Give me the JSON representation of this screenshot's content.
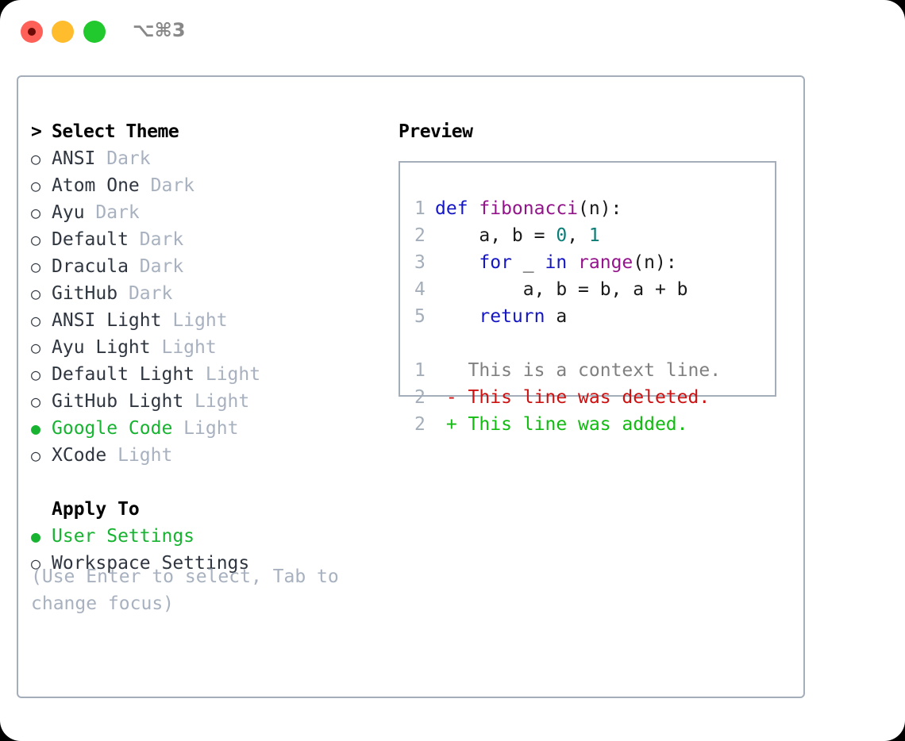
{
  "titlebar": {
    "shortcut": "⌥⌘3",
    "buttons": [
      {
        "name": "close",
        "color": "#ff6159"
      },
      {
        "name": "minimize",
        "color": "#ffbd2e"
      },
      {
        "name": "maximize",
        "color": "#22c92e"
      }
    ]
  },
  "theme_picker": {
    "prompt_marker": ">",
    "title": "Select Theme",
    "marker_selected": "●",
    "marker_unselected": "○",
    "items": [
      {
        "marker": "○",
        "name": "ANSI",
        "variant": "Dark",
        "selected": false
      },
      {
        "marker": "○",
        "name": "Atom One",
        "variant": "Dark",
        "selected": false
      },
      {
        "marker": "○",
        "name": "Ayu",
        "variant": "Dark",
        "selected": false
      },
      {
        "marker": "○",
        "name": "Default",
        "variant": "Dark",
        "selected": false
      },
      {
        "marker": "○",
        "name": "Dracula",
        "variant": "Dark",
        "selected": false
      },
      {
        "marker": "○",
        "name": "GitHub",
        "variant": "Dark",
        "selected": false
      },
      {
        "marker": "○",
        "name": "ANSI Light",
        "variant": "Light",
        "selected": false
      },
      {
        "marker": "○",
        "name": "Ayu Light",
        "variant": "Light",
        "selected": false
      },
      {
        "marker": "○",
        "name": "Default Light",
        "variant": "Light",
        "selected": false
      },
      {
        "marker": "○",
        "name": "GitHub Light",
        "variant": "Light",
        "selected": false
      },
      {
        "marker": "●",
        "name": "Google Code",
        "variant": "Light",
        "selected": true
      },
      {
        "marker": "○",
        "name": "XCode",
        "variant": "Light",
        "selected": false
      }
    ]
  },
  "apply_to": {
    "title": "Apply To",
    "options": [
      {
        "marker": "●",
        "name": "User Settings",
        "selected": true
      },
      {
        "marker": "○",
        "name": "Workspace Settings",
        "selected": false
      }
    ]
  },
  "hint": "(Use Enter to select, Tab to change focus)",
  "preview": {
    "title": "Preview",
    "code_lines": [
      {
        "lineno": "1",
        "tokens": [
          {
            "text": "def ",
            "type": "kw"
          },
          {
            "text": "fibonacci",
            "type": "fn"
          },
          {
            "text": "(n):",
            "type": "txt"
          }
        ]
      },
      {
        "lineno": "2",
        "tokens": [
          {
            "text": "    a, b = ",
            "type": "txt"
          },
          {
            "text": "0",
            "type": "num"
          },
          {
            "text": ", ",
            "type": "txt"
          },
          {
            "text": "1",
            "type": "num"
          }
        ]
      },
      {
        "lineno": "3",
        "tokens": [
          {
            "text": "    ",
            "type": "txt"
          },
          {
            "text": "for",
            "type": "kw"
          },
          {
            "text": " _ ",
            "type": "txt"
          },
          {
            "text": "in",
            "type": "kw"
          },
          {
            "text": " ",
            "type": "txt"
          },
          {
            "text": "range",
            "type": "fn"
          },
          {
            "text": "(n):",
            "type": "txt"
          }
        ]
      },
      {
        "lineno": "4",
        "tokens": [
          {
            "text": "        a, b = b, a + b",
            "type": "txt"
          }
        ]
      },
      {
        "lineno": "5",
        "tokens": [
          {
            "text": "    ",
            "type": "txt"
          },
          {
            "text": "return",
            "type": "kw"
          },
          {
            "text": " a",
            "type": "txt"
          }
        ]
      }
    ],
    "diff_lines": [
      {
        "lineno": "1",
        "sign": " ",
        "text": " This is a context line.",
        "type": "ctx"
      },
      {
        "lineno": "2",
        "sign": "-",
        "text": " This line was deleted.",
        "type": "del"
      },
      {
        "lineno": "2",
        "sign": "+",
        "text": " This line was added.",
        "type": "add"
      }
    ]
  },
  "colors": {
    "accent_green": "#17b331",
    "muted": "#a8b1bf",
    "border": "#a4aeba",
    "keyword": "#1516c4",
    "function": "#93148b",
    "number": "#0b7d77",
    "diff_deleted": "#cc1111",
    "diff_added": "#11bb11",
    "diff_context": "#808080"
  }
}
